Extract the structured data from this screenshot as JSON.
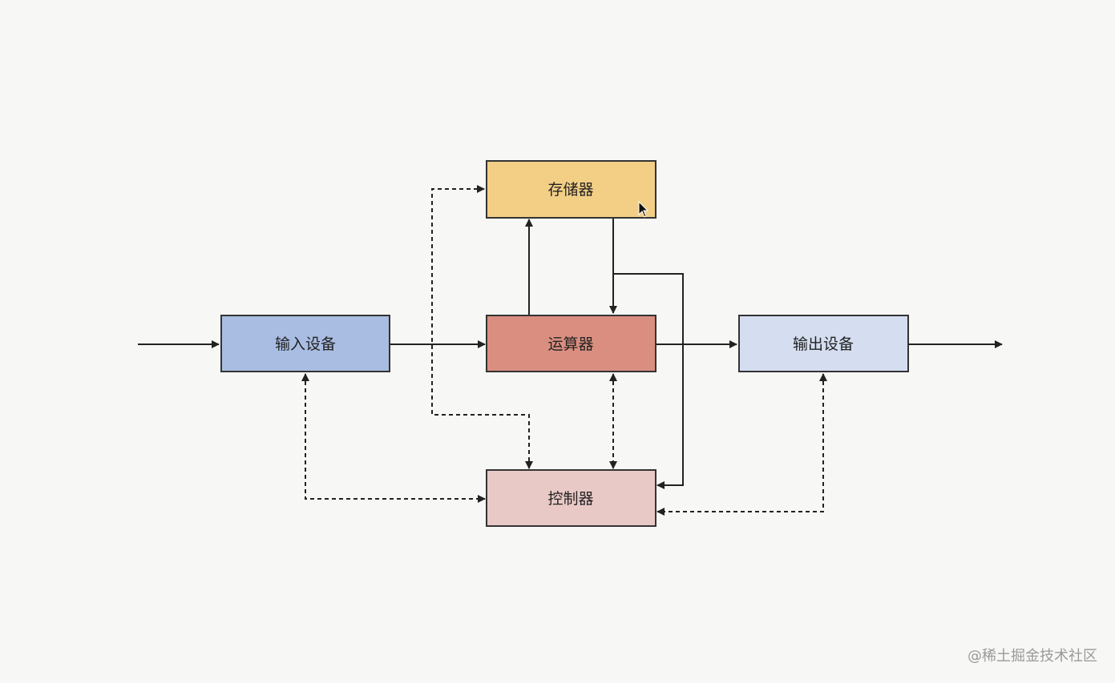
{
  "nodes": {
    "storage": {
      "label": "存储器",
      "fill": "#f3cf86"
    },
    "input": {
      "label": "输入设备",
      "fill": "#a9bde3"
    },
    "alu": {
      "label": "运算器",
      "fill": "#d98e80"
    },
    "output": {
      "label": "输出设备",
      "fill": "#d5def0"
    },
    "controller": {
      "label": "控制器",
      "fill": "#e9c9c6"
    }
  },
  "corner_watermark": "@稀土掘金技术社区",
  "colors": {
    "edge": "#222222",
    "border": "#333333",
    "background": "#f7f7f6"
  },
  "icons": {
    "cursor": "mouse-pointer-icon"
  }
}
